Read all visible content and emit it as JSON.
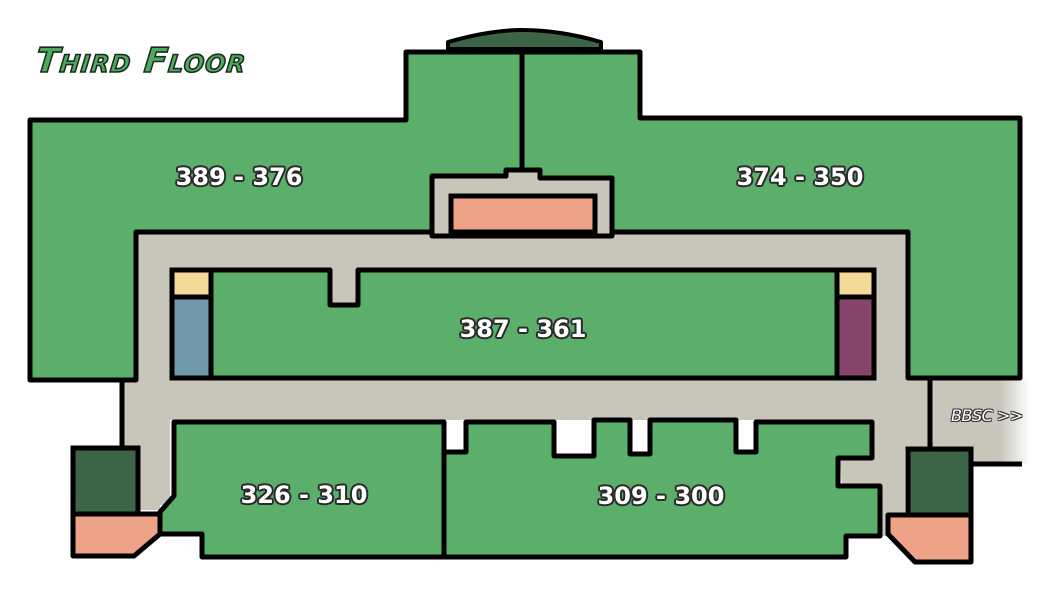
{
  "map": {
    "title": "Third Floor",
    "colors": {
      "room": "#5baf6b",
      "corridor": "#c8c6bb",
      "salmon": "#eea287",
      "dark_green": "#3c6547",
      "yellow": "#f3da97",
      "blue": "#7299ab",
      "purple": "#86466c",
      "outline": "#000000"
    },
    "rooms": [
      {
        "id": "north-west",
        "label": "389 - 376"
      },
      {
        "id": "north-east",
        "label": "374 - 350"
      },
      {
        "id": "center",
        "label": "387 - 361"
      },
      {
        "id": "south-west",
        "label": "326 - 310"
      },
      {
        "id": "south-east",
        "label": "309 - 300"
      }
    ],
    "exit_link": {
      "label": "BBSC >>"
    }
  }
}
